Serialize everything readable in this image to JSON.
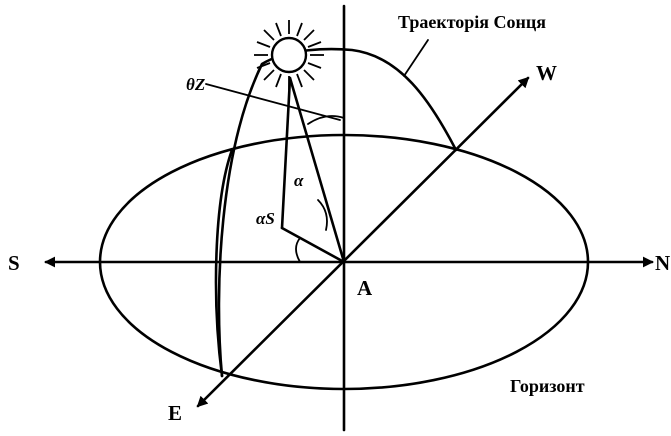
{
  "labels": {
    "south": "S",
    "north": "N",
    "west": "W",
    "east": "E",
    "observer": "A",
    "sun_path": "Траекторія Сонця",
    "horizon": "Горизонт",
    "zenith_angle": "θZ",
    "altitude_angle": "α",
    "azimuth_angle": "αS"
  },
  "icons": {
    "sun": "sun-icon"
  }
}
